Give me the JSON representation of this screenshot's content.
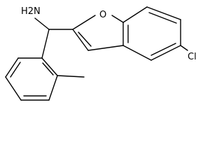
{
  "structure": {
    "labels": {
      "amine": "H2N",
      "oxygen": "O",
      "chlorine": "Cl"
    },
    "colors": {
      "bond": "#000000",
      "background": "#ffffff"
    }
  }
}
